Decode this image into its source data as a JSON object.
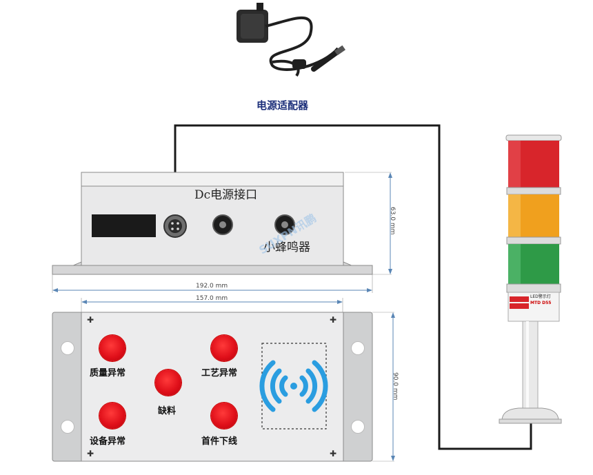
{
  "adapter": {
    "caption": "电源适配器",
    "icon": "power-adapter-icon"
  },
  "box_top": {
    "power_label": "Dc电源接口",
    "buzzer_label": "小蜂鸣器",
    "height_dim": "63.0 mm",
    "width_dim": "192.0 mm"
  },
  "panel": {
    "width_dim": "157.0 mm",
    "height_dim": "90.0 mm",
    "buttons": [
      {
        "label": "质量异常"
      },
      {
        "label": "工艺异常"
      },
      {
        "label": "缺料"
      },
      {
        "label": "设备异常"
      },
      {
        "label": "首件下线"
      }
    ],
    "nfc_icon": "rfid-wave-icon"
  },
  "tower_light": {
    "label_line1": "LED警示灯",
    "label_line2": "MTD D55",
    "colors": [
      "#d8252b",
      "#f0a01e",
      "#2e9a47"
    ]
  },
  "watermark": "SUXPN讯鹏",
  "colors": {
    "cable": "#1a1a1a",
    "button_red": "#e0101a",
    "nfc_blue": "#2a9de0",
    "caption_blue": "#1c2f7a"
  }
}
